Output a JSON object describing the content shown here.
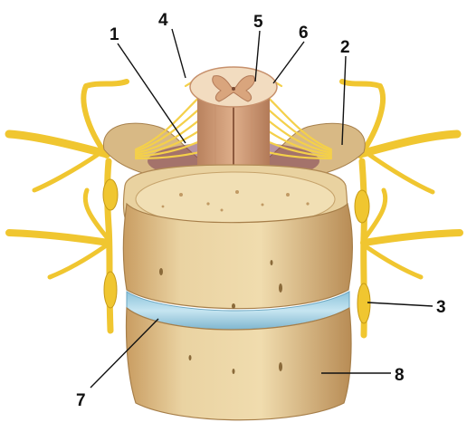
{
  "labels": [
    "1",
    "2",
    "3",
    "4",
    "5",
    "6",
    "7",
    "8"
  ],
  "colors": {
    "nerve": "#f0c630",
    "nerve_outline": "#b98d10",
    "bone": "#e8cf9c",
    "bone_dark": "#c9a46a",
    "disc": "#a9d4e6",
    "cord": "#d6a27e",
    "cord_gray": "#f1dcc0",
    "background": "#ffffff"
  }
}
